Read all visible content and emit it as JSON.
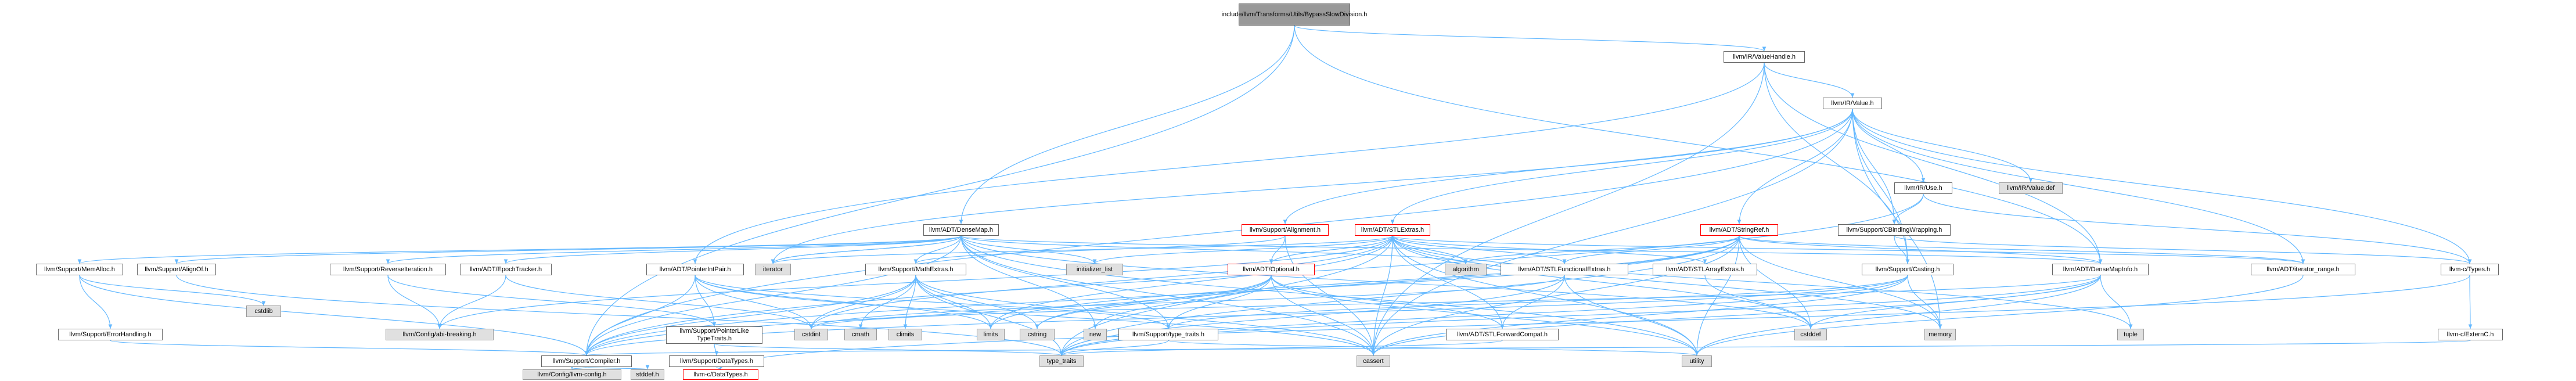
{
  "colors": {
    "edge": "#63b8ff",
    "node_border": "#666666",
    "node_fill": "#ffffff",
    "system_fill": "#e0e0e0",
    "current_fill": "#999999",
    "missing_border": "#ff0000"
  },
  "nodes": {
    "root": "include/llvm/Transforms/Utils/BypassSlowDivision.h",
    "valuehandle": "llvm/IR/ValueHandle.h",
    "value": "llvm/IR/Value.h",
    "densemap": "llvm/ADT/DenseMap.h",
    "alignment": "llvm/Support/Alignment.h",
    "stlextras": "llvm/ADT/STLExtras.h",
    "stringref": "llvm/ADT/StringRef.h",
    "use": "llvm/IR/Use.h",
    "valuedef": "llvm/IR/Value.def",
    "cbinding": "llvm/Support/CBindingWrapping.h",
    "memalloc": "llvm/Support/MemAlloc.h",
    "alignof": "llvm/Support/AlignOf.h",
    "reverseiter": "llvm/Support/ReverseIteration.h",
    "epoch": "llvm/ADT/EpochTracker.h",
    "ptrintpair": "llvm/ADT/PointerIntPair.h",
    "iterator": "iterator",
    "mathextras": "llvm/Support/MathExtras.h",
    "initlist": "initializer_list",
    "optional": "llvm/ADT/Optional.h",
    "algorithm": "algorithm",
    "stlfunc": "llvm/ADT/STLFunctionalExtras.h",
    "stlarray": "llvm/ADT/STLArrayExtras.h",
    "casting": "llvm/Support/Casting.h",
    "densemapinfo": "llvm/ADT/DenseMapInfo.h",
    "iterrange": "llvm/ADT/iterator_range.h",
    "ctypes": "llvm-c/Types.h",
    "cstdlib": "cstdlib",
    "errorhandling": "llvm/Support/ErrorHandling.h",
    "abibreaking": "llvm/Config/abi-breaking.h",
    "ptrlike": [
      "llvm/Support/PointerLike",
      "TypeTraits.h"
    ],
    "cstdint": "cstdint",
    "cmath": "cmath",
    "climits": "climits",
    "limits": "limits",
    "cstring": "cstring",
    "new": "new",
    "typetraitsllvm": "llvm/Support/type_traits.h",
    "stlfwd": "llvm/ADT/STLForwardCompat.h",
    "memory": "memory",
    "tuple": "tuple",
    "cstddef": "cstddef",
    "externc": "llvm-c/ExternC.h",
    "compiler": "llvm/Support/Compiler.h",
    "datatypes": "llvm/Support/DataTypes.h",
    "typetraits": "type_traits",
    "cassert": "cassert",
    "utility": "utility",
    "llvmconfig": "llvm/Config/llvm-config.h",
    "stddef": "stddef.h",
    "cdatatypes": "llvm-c/DataTypes.h"
  }
}
